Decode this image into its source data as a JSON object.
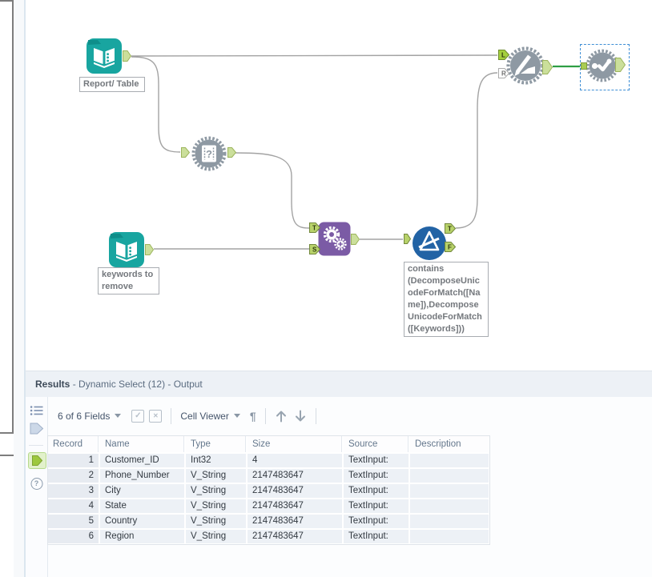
{
  "anchors": {
    "t": "T",
    "s": "S",
    "l": "L",
    "r": "R",
    "f": "F"
  },
  "icons_text": {
    "question": "?",
    "pilcrow": "¶",
    "check": "✓",
    "cross": "✕"
  },
  "canvas": {
    "tool_labels": {
      "report_table": "Report/ Table",
      "keywords": "keywords to remove"
    },
    "filter_annotation": "contains\n(DecomposeUnicodeForMatch([Name]),DecomposeUnicodeForMatch([Keywords]))"
  },
  "results": {
    "title": {
      "bold": "Results",
      "rest": " - Dynamic Select (12) - Output"
    },
    "toolbar": {
      "fields": "6 of 6 Fields",
      "cell_viewer": "Cell Viewer"
    },
    "table": {
      "columns": [
        "Record",
        "Name",
        "Type",
        "Size",
        "Source",
        "Description"
      ],
      "rows": [
        [
          "1",
          "Customer_ID",
          "Int32",
          "4",
          "TextInput:",
          ""
        ],
        [
          "2",
          "Phone_Number",
          "V_String",
          "2147483647",
          "TextInput:",
          ""
        ],
        [
          "3",
          "City",
          "V_String",
          "2147483647",
          "TextInput:",
          ""
        ],
        [
          "4",
          "State",
          "V_String",
          "2147483647",
          "TextInput:",
          ""
        ],
        [
          "5",
          "Country",
          "V_String",
          "2147483647",
          "TextInput:",
          ""
        ],
        [
          "6",
          "Region",
          "V_String",
          "2147483647",
          "TextInput:",
          ""
        ]
      ]
    }
  },
  "colors": {
    "teal": "#18a5a0",
    "purple": "#7b5ba5",
    "blue": "#2263a5",
    "tool_gray": "#8e99a3",
    "anchor_green": "#b8d26a",
    "selected_wire": "#2f9e44",
    "selection_blue": "#3f8fd6"
  }
}
